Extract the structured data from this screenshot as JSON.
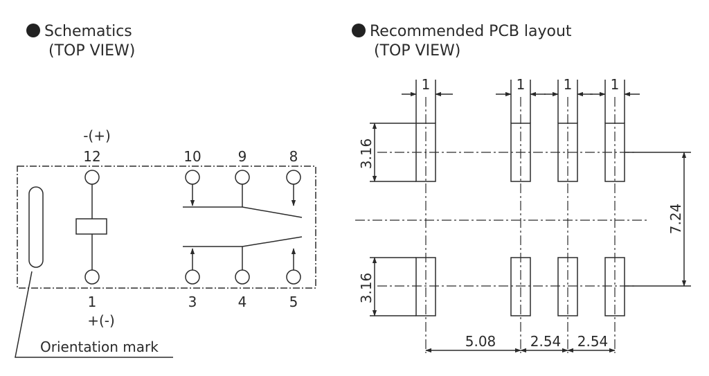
{
  "schematic": {
    "title": "Schematics",
    "subtitle": "(TOP VIEW)",
    "coil_top_polarity": "-(+)",
    "coil_bottom_polarity": "+(-)",
    "pins": {
      "p12": "12",
      "p10": "10",
      "p9": "9",
      "p8": "8",
      "p1": "1",
      "p3": "3",
      "p4": "4",
      "p5": "5"
    },
    "orientation_label": "Orientation mark"
  },
  "pcb": {
    "title": "Recommended PCB layout",
    "subtitle": "(TOP VIEW)",
    "dims": {
      "pad_width_1": "1",
      "pad_width_2": "1",
      "pad_width_3": "1",
      "pad_width_4": "1",
      "pad_length_top": "3.16",
      "pad_length_bottom": "3.16",
      "row_spacing": "7.24",
      "pitch_a": "5.08",
      "pitch_b": "2.54",
      "pitch_c": "2.54"
    }
  }
}
